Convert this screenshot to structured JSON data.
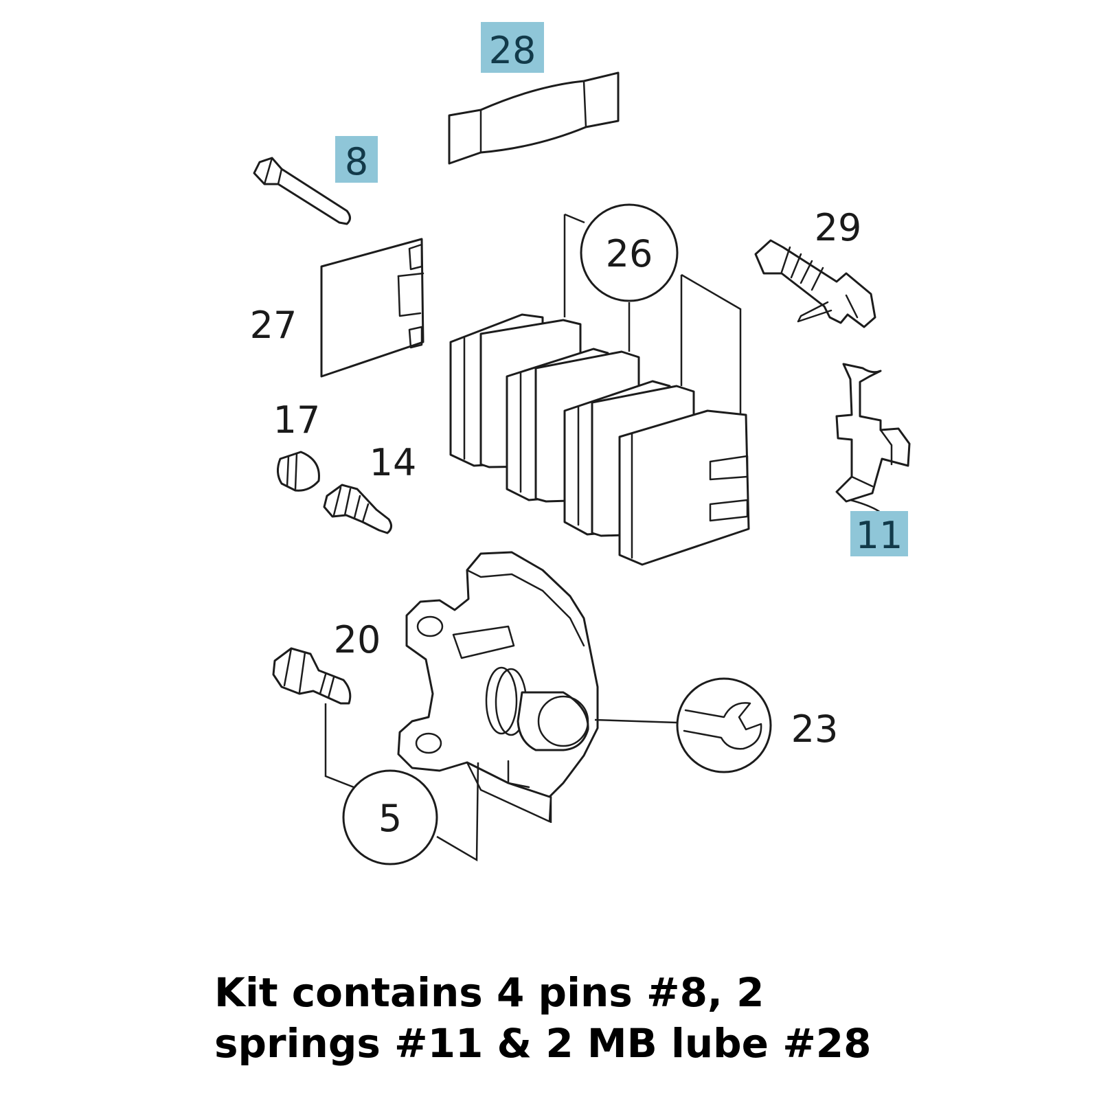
{
  "callouts": {
    "c28": "28",
    "c8": "8",
    "c29": "29",
    "c26": "26",
    "c27": "27",
    "c17": "17",
    "c14": "14",
    "c11": "11",
    "c20": "20",
    "c23": "23",
    "c5": "5"
  },
  "highlighted_parts": [
    "28",
    "8",
    "11"
  ],
  "highlight_color": "#8fc6d8",
  "caption": {
    "line1": "Kit contains 4 pins #8, 2",
    "line2": "springs #11 & 2 MB lube #28"
  }
}
